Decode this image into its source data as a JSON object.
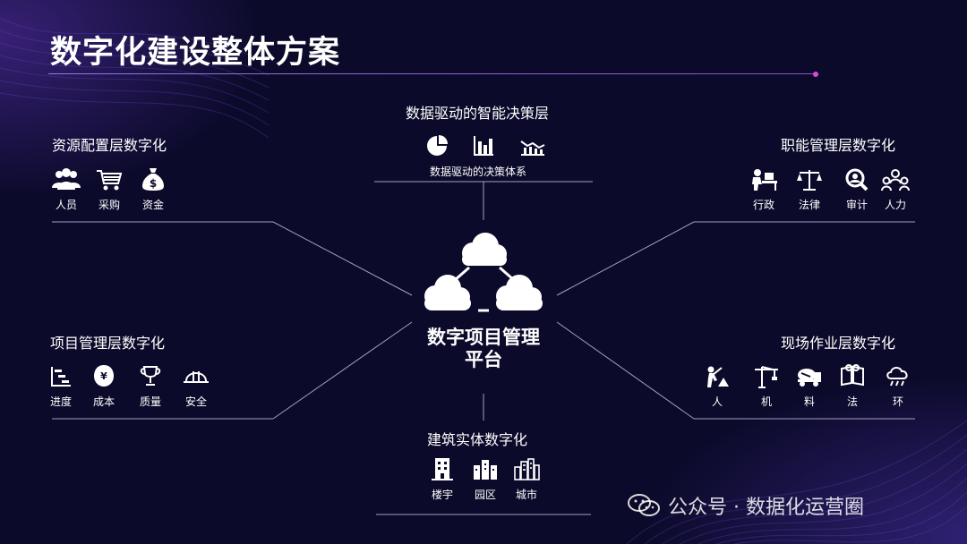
{
  "slide": {
    "title": "数字化建设整体方案"
  },
  "colors": {
    "background": "#0b0a2a",
    "accent": "#d94ad6",
    "rule": "#a08cff"
  },
  "center": {
    "title_line1": "数字项目管理",
    "title_line2": "平台",
    "icon": "cloud-network-icon"
  },
  "decision_layer": {
    "heading": "数据驱动的智能决策层",
    "subtitle": "数据驱动的决策体系",
    "icons": [
      "pie-chart-icon",
      "bar-chart-icon",
      "trend-chart-icon"
    ]
  },
  "resource_layer": {
    "heading": "资源配置层数字化",
    "items": [
      {
        "label": "人员",
        "icon": "people-icon"
      },
      {
        "label": "采购",
        "icon": "cart-icon"
      },
      {
        "label": "资金",
        "icon": "money-bag-icon"
      }
    ]
  },
  "function_layer": {
    "heading": "职能管理层数字化",
    "items": [
      {
        "label": "行政",
        "icon": "office-worker-icon"
      },
      {
        "label": "法律",
        "icon": "scales-icon"
      },
      {
        "label": "审计",
        "icon": "audit-search-icon"
      },
      {
        "label": "人力",
        "icon": "team-icon"
      }
    ]
  },
  "project_layer": {
    "heading": "项目管理层数字化",
    "items": [
      {
        "label": "进度",
        "icon": "gantt-icon"
      },
      {
        "label": "成本",
        "icon": "cost-icon"
      },
      {
        "label": "质量",
        "icon": "trophy-icon"
      },
      {
        "label": "安全",
        "icon": "helmet-icon"
      }
    ]
  },
  "site_layer": {
    "heading": "现场作业层数字化",
    "items": [
      {
        "label": "人",
        "icon": "worker-icon"
      },
      {
        "label": "机",
        "icon": "crane-icon"
      },
      {
        "label": "料",
        "icon": "mixer-truck-icon"
      },
      {
        "label": "法",
        "icon": "book-icon"
      },
      {
        "label": "环",
        "icon": "weather-icon"
      }
    ]
  },
  "building_layer": {
    "heading": "建筑实体数字化",
    "items": [
      {
        "label": "楼宇",
        "icon": "building-icon"
      },
      {
        "label": "园区",
        "icon": "park-icon"
      },
      {
        "label": "城市",
        "icon": "city-icon"
      }
    ]
  },
  "watermark": {
    "text": "公众号 · 数据化运营圈",
    "icon": "wechat-icon"
  }
}
